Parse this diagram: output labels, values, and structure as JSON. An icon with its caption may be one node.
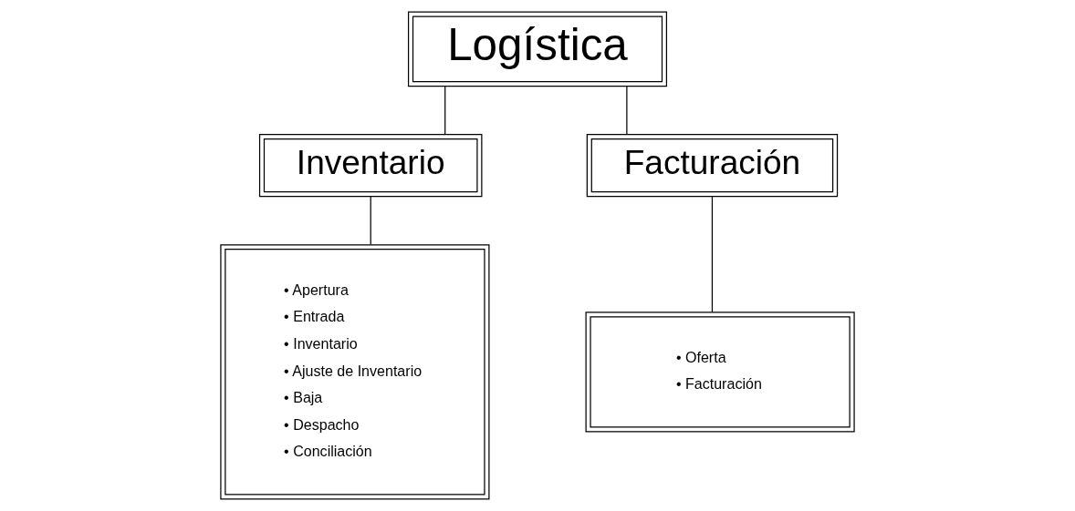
{
  "diagram": {
    "nodes": [
      {
        "text": [
          "Logística"
        ]
      },
      {
        "text": [
          "Inventario"
        ]
      },
      {
        "text": [
          "Facturación"
        ]
      },
      {
        "text": [
          "• Apertura",
          "• Entrada",
          "• Inventario",
          "• Ajuste de Inventario",
          "• Baja",
          "• Despacho",
          "• Conciliación"
        ]
      },
      {
        "text": [
          "• Oferta",
          "• Facturación"
        ]
      }
    ],
    "edges": [
      {
        "from": 0,
        "to": 1,
        "arrow": "none"
      },
      {
        "from": 0,
        "to": 2,
        "arrow": "none"
      },
      {
        "from": 1,
        "to": 3,
        "arrow": "none"
      },
      {
        "from": 2,
        "to": 4,
        "arrow": "none"
      }
    ]
  }
}
